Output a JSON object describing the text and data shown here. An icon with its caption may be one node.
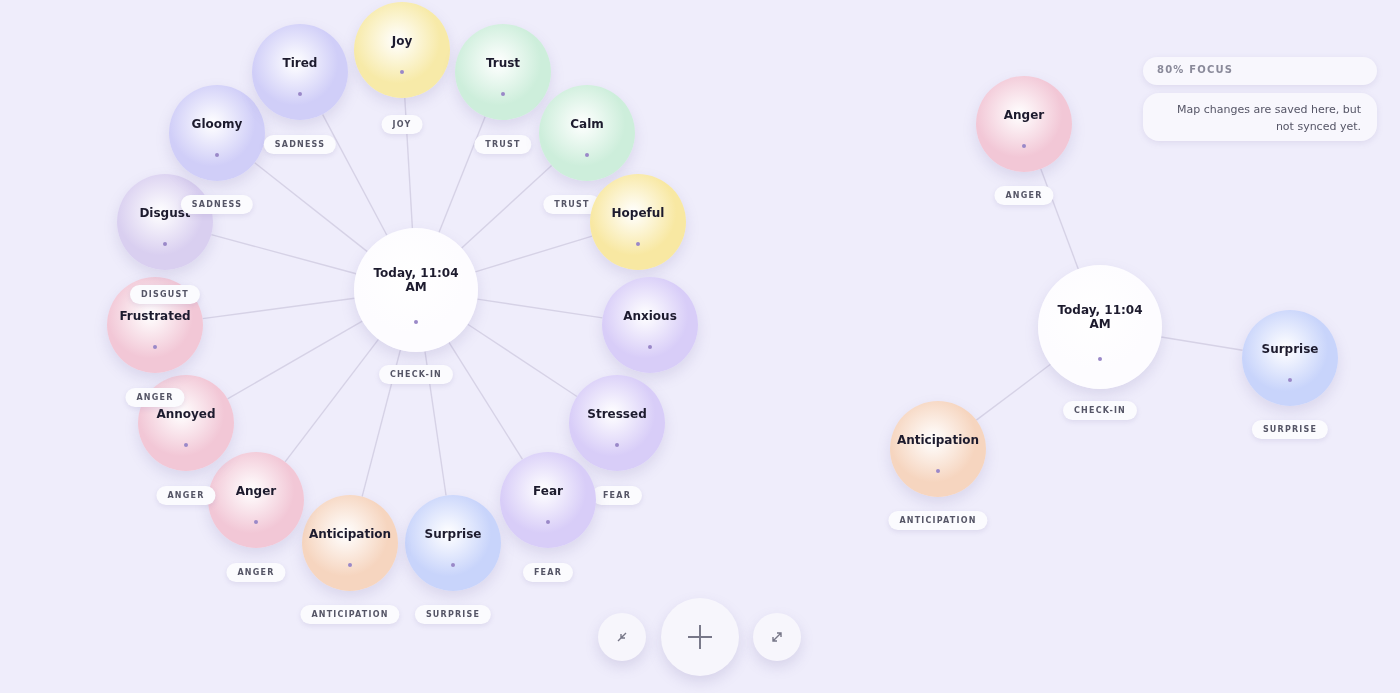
{
  "diagram": {
    "nodes": [
      {
        "text": [
          "Today, 11:04 AM"
        ],
        "beside": [
          "CHECK-IN"
        ]
      },
      {
        "text": [
          "Joy"
        ],
        "beside": [
          "JOY"
        ]
      },
      {
        "text": [
          "Trust"
        ],
        "beside": [
          "TRUST"
        ]
      },
      {
        "text": [
          "Calm"
        ],
        "beside": [
          "TRUST"
        ]
      },
      {
        "text": [
          "Hopeful"
        ]
      },
      {
        "text": [
          "Anxious"
        ]
      },
      {
        "text": [
          "Stressed"
        ],
        "beside": [
          "FEAR"
        ]
      },
      {
        "text": [
          "Fear"
        ],
        "beside": [
          "FEAR"
        ]
      },
      {
        "text": [
          "Surprise"
        ],
        "beside": [
          "SURPRISE"
        ]
      },
      {
        "text": [
          "Anticipation"
        ],
        "beside": [
          "ANTICIPATION"
        ]
      },
      {
        "text": [
          "Anger"
        ],
        "beside": [
          "ANGER"
        ]
      },
      {
        "text": [
          "Annoyed"
        ],
        "beside": [
          "ANGER"
        ]
      },
      {
        "text": [
          "Frustrated"
        ],
        "beside": [
          "ANGER"
        ]
      },
      {
        "text": [
          "Disgust"
        ],
        "beside": [
          "DISGUST"
        ]
      },
      {
        "text": [
          "Gloomy"
        ],
        "beside": [
          "SADNESS"
        ]
      },
      {
        "text": [
          "Tired"
        ],
        "beside": [
          "SADNESS"
        ]
      },
      {
        "text": [
          "Today, 11:04 AM"
        ],
        "beside": [
          "CHECK-IN"
        ]
      },
      {
        "text": [
          "Anger"
        ],
        "beside": [
          "ANGER"
        ]
      },
      {
        "text": [
          "Surprise"
        ],
        "beside": [
          "SURPRISE"
        ]
      },
      {
        "text": [
          "Anticipation"
        ],
        "beside": [
          "ANTICIPATION"
        ]
      }
    ],
    "edges": [
      {
        "from": 0,
        "to": 1,
        "arrow": "none"
      },
      {
        "from": 0,
        "to": 2,
        "arrow": "none"
      },
      {
        "from": 0,
        "to": 3,
        "arrow": "none"
      },
      {
        "from": 0,
        "to": 4,
        "arrow": "none"
      },
      {
        "from": 0,
        "to": 5,
        "arrow": "none"
      },
      {
        "from": 0,
        "to": 6,
        "arrow": "none"
      },
      {
        "from": 0,
        "to": 7,
        "arrow": "none"
      },
      {
        "from": 0,
        "to": 8,
        "arrow": "none"
      },
      {
        "from": 0,
        "to": 9,
        "arrow": "none"
      },
      {
        "from": 0,
        "to": 10,
        "arrow": "none"
      },
      {
        "from": 0,
        "to": 11,
        "arrow": "none"
      },
      {
        "from": 0,
        "to": 12,
        "arrow": "none"
      },
      {
        "from": 0,
        "to": 13,
        "arrow": "none"
      },
      {
        "from": 0,
        "to": 14,
        "arrow": "none"
      },
      {
        "from": 0,
        "to": 15,
        "arrow": "none"
      },
      {
        "from": 16,
        "to": 17,
        "arrow": "none"
      },
      {
        "from": 16,
        "to": 18,
        "arrow": "none"
      },
      {
        "from": 16,
        "to": 19,
        "arrow": "none"
      }
    ],
    "labels": [
      "80% FOCUS",
      "Map changes are saved here, but not synced yet."
    ]
  }
}
